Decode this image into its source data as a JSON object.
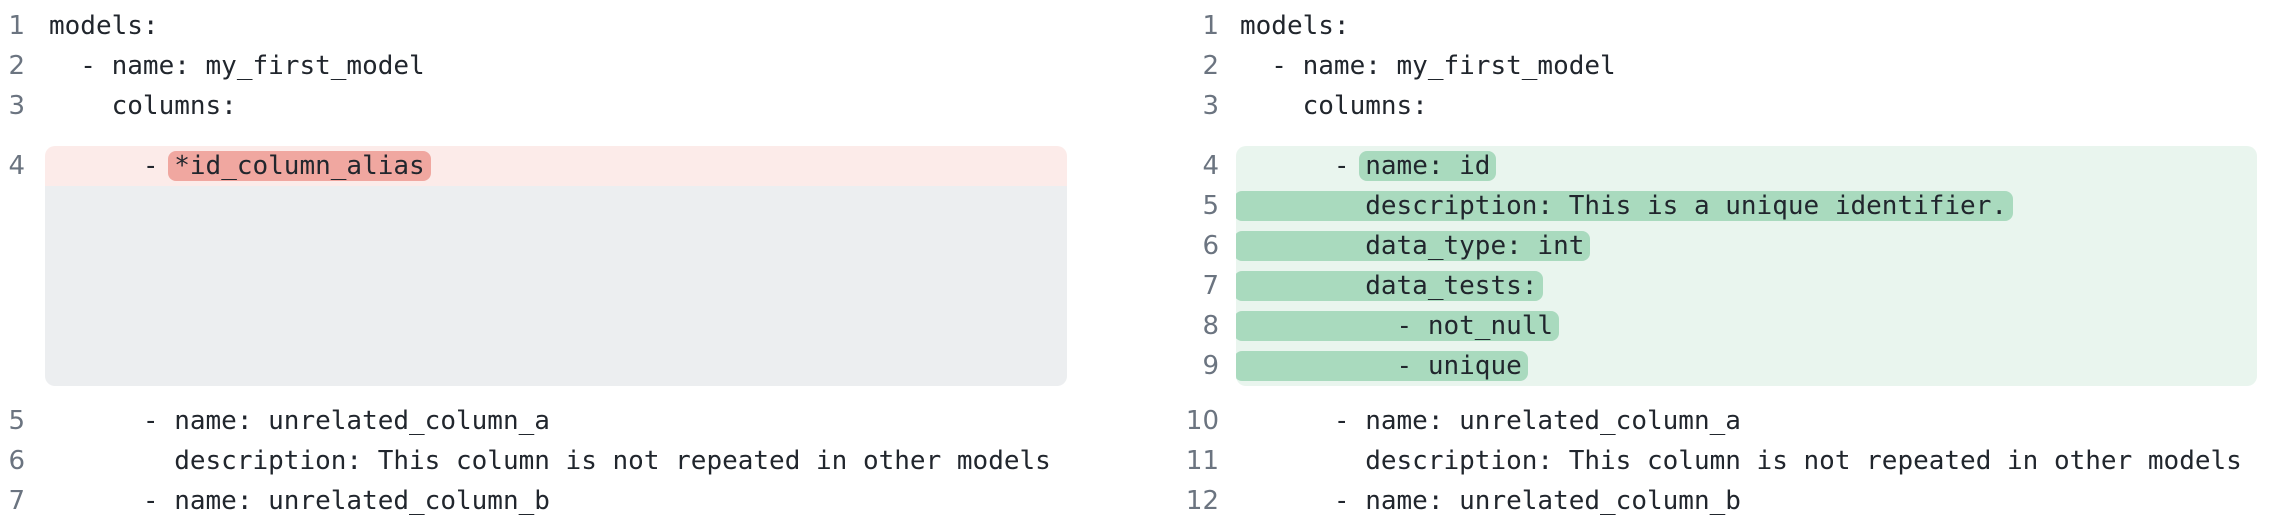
{
  "colors": {
    "background": "#ffffff",
    "code_text": "#21262d",
    "line_number": "#6b7480",
    "removed_row_bg": "#fcebe9",
    "removed_token_bg": "#f0a7a0",
    "added_row_bg": "#e9f5ee",
    "added_token_bg": "#a9dabe",
    "collapsed_filler_bg": "#eceef0"
  },
  "left_pane": {
    "lines_before": [
      {
        "num": "1",
        "text": "models:"
      },
      {
        "num": "2",
        "text": "  - name: my_first_model"
      },
      {
        "num": "3",
        "text": "    columns:"
      }
    ],
    "removed_block": {
      "line": {
        "num": "4",
        "prefix": "      - ",
        "token": "*id_column_alias"
      }
    },
    "lines_after": [
      {
        "num": "5",
        "text": "      - name: unrelated_column_a"
      },
      {
        "num": "6",
        "text": "        description: This column is not repeated in other models"
      },
      {
        "num": "7",
        "text": "      - name: unrelated_column_b"
      }
    ]
  },
  "right_pane": {
    "lines_before": [
      {
        "num": "1",
        "text": "models:"
      },
      {
        "num": "2",
        "text": "  - name: my_first_model"
      },
      {
        "num": "3",
        "text": "    columns:"
      }
    ],
    "added_block": {
      "lines": [
        {
          "num": "4",
          "prefix": "      - ",
          "token": "name: id"
        },
        {
          "num": "5",
          "prefix": "",
          "token": "        description: This is a unique identifier."
        },
        {
          "num": "6",
          "prefix": "",
          "token": "        data_type: int"
        },
        {
          "num": "7",
          "prefix": "",
          "token": "        data_tests:"
        },
        {
          "num": "8",
          "prefix": "",
          "token": "          - not_null"
        },
        {
          "num": "9",
          "prefix": "",
          "token": "          - unique"
        }
      ]
    },
    "lines_after": [
      {
        "num": "10",
        "text": "      - name: unrelated_column_a"
      },
      {
        "num": "11",
        "text": "        description: This column is not repeated in other models"
      },
      {
        "num": "12",
        "text": "      - name: unrelated_column_b"
      }
    ]
  }
}
